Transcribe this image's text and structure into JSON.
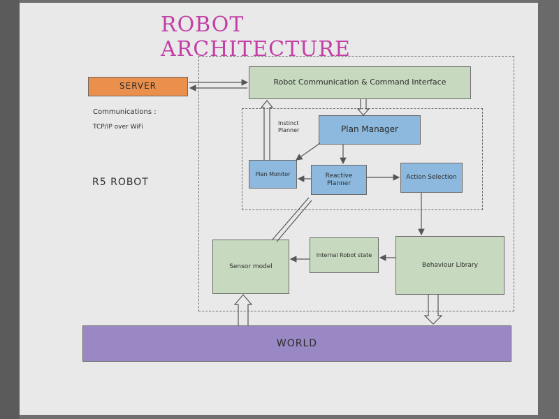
{
  "title": "ROBOT ARCHITECTURE",
  "boxes": {
    "server": "SERVER",
    "comm_interface": "Robot Communication & Command Interface",
    "plan_manager": "Plan Manager",
    "plan_monitor": "Plan Monitor",
    "reactive_planner": "Reactive Planner",
    "action_selection": "Action Selection",
    "sensor_model": "Sensor model",
    "internal_state": "Internal Robot state",
    "behaviour_library": "Behaviour Library",
    "world": "WORLD"
  },
  "labels": {
    "communications": "Communications :",
    "protocol": "TCP/IP over WiFi",
    "robot_name": "R5 ROBOT",
    "instinct_planner": "Instinct Planner"
  },
  "colors": {
    "title": "#c23fa6",
    "server": "#ea8f4c",
    "green_box": "#c7d9bf",
    "blue_box": "#8cb9dd",
    "world": "#9a88c4"
  }
}
